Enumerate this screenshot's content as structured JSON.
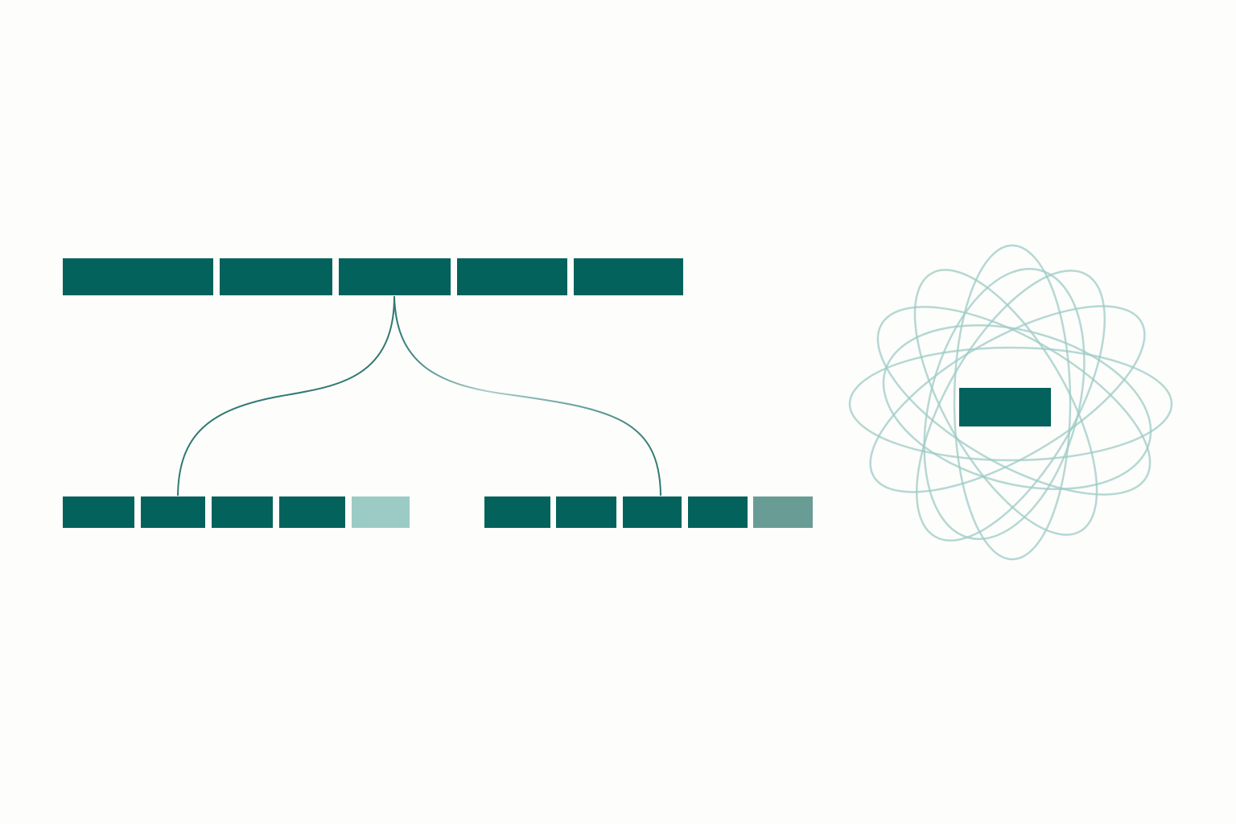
{
  "colors": {
    "background": "#fdfdfb",
    "segment_dark": "#03625c",
    "segment_light": "#9ccbc6",
    "segment_muted": "#6a9c96",
    "connector": "#2f7a72",
    "connector_faded": "#a9cfca",
    "ring": "#9ccbc6"
  },
  "top_bar": {
    "segments": [
      {
        "shade": "dark"
      },
      {
        "shade": "dark"
      },
      {
        "shade": "dark"
      },
      {
        "shade": "dark"
      },
      {
        "shade": "dark"
      }
    ]
  },
  "left_bar": {
    "segments": [
      {
        "shade": "dark"
      },
      {
        "shade": "dark"
      },
      {
        "shade": "dark"
      },
      {
        "shade": "dark"
      },
      {
        "shade": "light"
      }
    ]
  },
  "right_bar": {
    "segments": [
      {
        "shade": "dark"
      },
      {
        "shade": "dark"
      },
      {
        "shade": "dark"
      },
      {
        "shade": "dark"
      },
      {
        "shade": "muted"
      }
    ]
  },
  "tangle": {
    "ring_count": 8,
    "core_shade": "dark"
  }
}
